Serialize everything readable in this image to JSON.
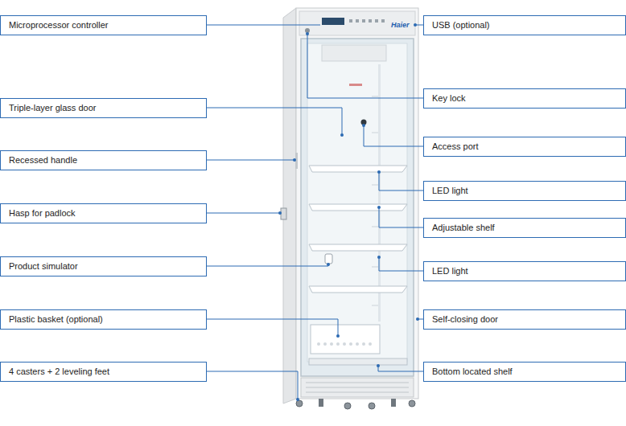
{
  "diagram": {
    "nodes": [
      {
        "text": [
          "Microprocessor controller"
        ]
      },
      {
        "text": [
          "Triple-layer glass door"
        ]
      },
      {
        "text": [
          "Recessed handle"
        ]
      },
      {
        "text": [
          "Hasp for padlock"
        ]
      },
      {
        "text": [
          "Product simulator"
        ]
      },
      {
        "text": [
          "Plastic basket (optional)"
        ]
      },
      {
        "text": [
          "4 casters + 2 leveling feet"
        ]
      },
      {
        "text": [
          "USB (optional)"
        ]
      },
      {
        "text": [
          "Key lock"
        ]
      },
      {
        "text": [
          "Access port"
        ]
      },
      {
        "text": [
          "LED light"
        ]
      },
      {
        "text": [
          "Adjustable shelf"
        ]
      },
      {
        "text": [
          "LED light"
        ]
      },
      {
        "text": [
          "Self-closing door"
        ]
      },
      {
        "text": [
          "Bottom located shelf"
        ]
      }
    ],
    "labels": [
      "Haier"
    ]
  }
}
